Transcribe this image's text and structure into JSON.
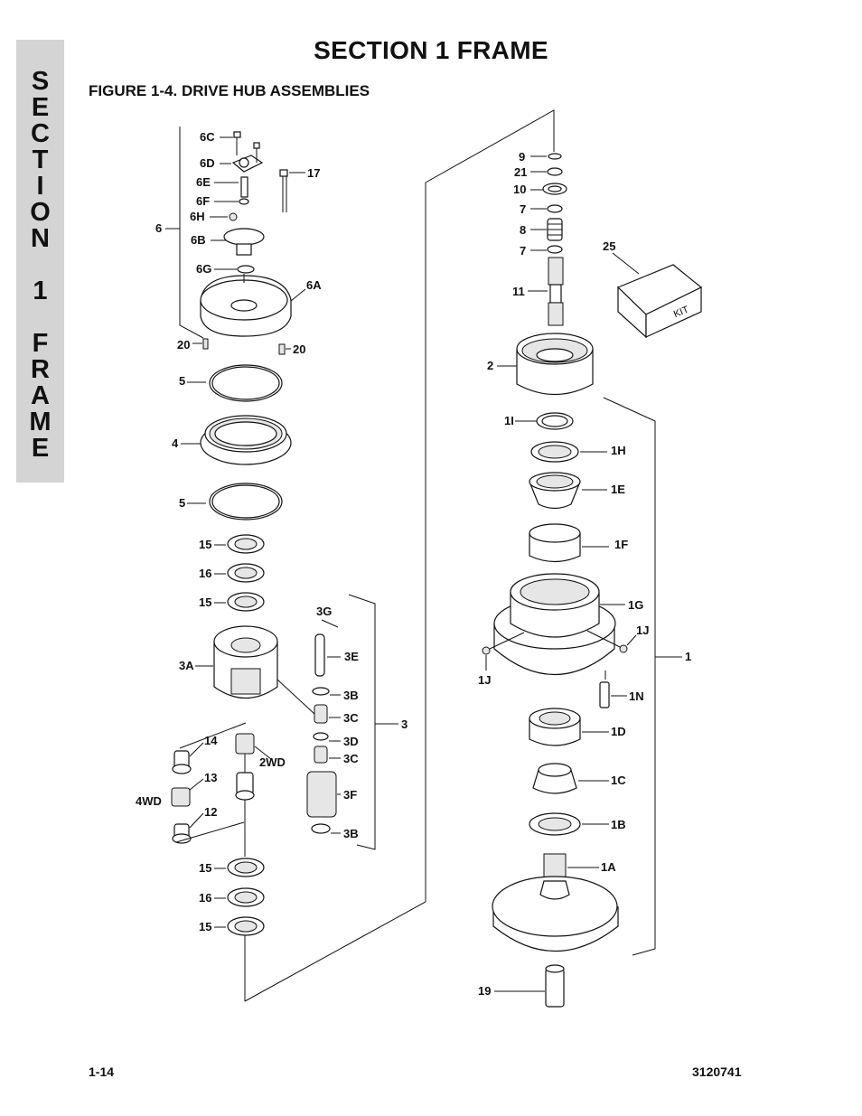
{
  "side_tab": {
    "letters": [
      "S",
      "E",
      "C",
      "T",
      "I",
      "O",
      "N",
      "",
      "1",
      "",
      "F",
      "R",
      "A",
      "M",
      "E"
    ]
  },
  "header": {
    "title": "SECTION 1  FRAME"
  },
  "figure": {
    "title": "FIGURE 1-4.    DRIVE HUB ASSEMBLIES"
  },
  "callouts": {
    "c6C": "6C",
    "c6D": "6D",
    "c17": "17",
    "c6E": "6E",
    "c6F": "6F",
    "c6H": "6H",
    "c6": "6",
    "c6B": "6B",
    "c6G": "6G",
    "c6A": "6A",
    "c20a": "20",
    "c20b": "20",
    "c5a": "5",
    "c4": "4",
    "c5b": "5",
    "c15a": "15",
    "c16a": "16",
    "c15b": "15",
    "c3G": "3G",
    "c3E": "3E",
    "c3A": "3A",
    "c3Ba": "3B",
    "c3C": "3C",
    "c3": "3",
    "c3D": "3D",
    "c3Cb": "3C",
    "c14": "14",
    "c2WD": "2WD",
    "c13": "13",
    "c4WD": "4WD",
    "c3F": "3F",
    "c12": "12",
    "c3Bb": "3B",
    "c15c": "15",
    "c16b": "16",
    "c15d": "15",
    "c9": "9",
    "c21": "21",
    "c10": "10",
    "c7a": "7",
    "c8": "8",
    "c7b": "7",
    "c25": "25",
    "c11": "11",
    "c2": "2",
    "c1I": "1I",
    "c1H": "1H",
    "c1E": "1E",
    "c1F": "1F",
    "c1G": "1G",
    "c1J": "1J",
    "c1": "1",
    "c1Jb": "1J",
    "c1N": "1N",
    "c1D": "1D",
    "c1C": "1C",
    "c1B": "1B",
    "c1A": "1A",
    "c19": "19",
    "kit": "KIT"
  },
  "footer": {
    "page": "1-14",
    "doc_number": "3120741"
  }
}
